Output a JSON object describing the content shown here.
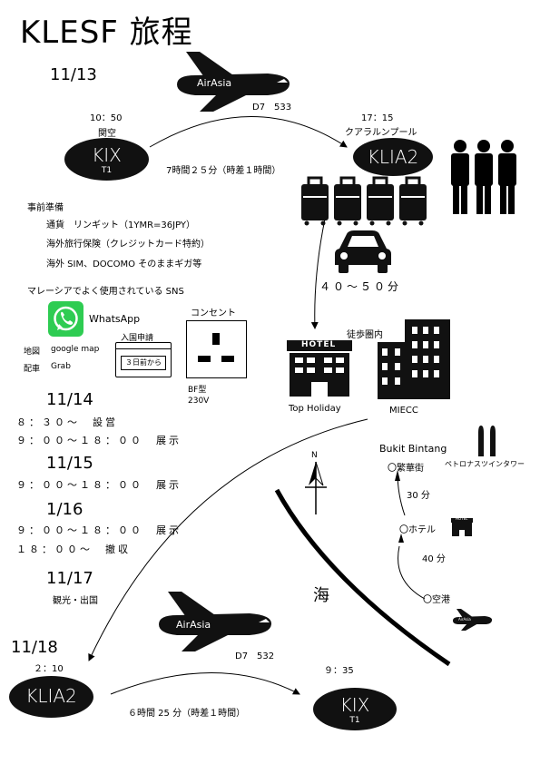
{
  "title": "KLESF 旅程",
  "outbound": {
    "date": "11/13",
    "airline": "AirAsia",
    "flight": "D7　533",
    "depart_time": "10：50",
    "depart_city": "関空",
    "depart_code": "KIX",
    "depart_terminal": "T1",
    "arrive_time": "17：15",
    "arrive_city": "クアラルンプール",
    "arrive_code": "KLIA2",
    "duration": "7時間２５分（時差１時間）"
  },
  "transfer_time": "４０～５０分",
  "prep": {
    "heading": "事前準備",
    "items": [
      "通貨　リンギット（1YMR=36JPY）",
      "海外旅行保険（クレジットカード特約）",
      "海外 SIM、DOCOMO そのままギガ等"
    ]
  },
  "sns": {
    "heading": "マレーシアでよく使用されている SNS",
    "whatsapp": "WhatsApp",
    "map_label": "地図",
    "map_app": "google map",
    "ride_label": "配車",
    "ride_app": "Grab",
    "entry_title": "入国申請",
    "entry_note": "３日前から"
  },
  "outlet": {
    "heading": "コンセント",
    "type": "BF型",
    "voltage": "230V"
  },
  "venues": {
    "walk": "徒歩圏内",
    "hotel_sign": "HOTEL",
    "hotel_name": "Top Holiday",
    "venue_name": "MIECC"
  },
  "schedule": [
    {
      "date": "11/14",
      "lines": [
        "８：３０～　設営",
        "９：００～１８：００　展示"
      ]
    },
    {
      "date": "11/15",
      "lines": [
        "９：００～１８：００　展示"
      ]
    },
    {
      "date": "1/16",
      "lines": [
        "９：００～１８：００　展示",
        "１８：００～　撤収"
      ]
    },
    {
      "date": "11/17",
      "lines": [
        "観光・出国"
      ]
    }
  ],
  "map": {
    "north": "N",
    "bintang": "Bukit Bintang",
    "towers": "ペトロナスツインタワー",
    "shopping": "〇繁華街",
    "t1": "30 分",
    "hotel": "〇ホテル",
    "hotel_sign": "HOTEL",
    "t2": "40 分",
    "airport": "〇空港",
    "sea": "海",
    "mini_plane": "AirAsia"
  },
  "return": {
    "date": "11/18",
    "airline": "AirAsia",
    "flight": "D7　532",
    "depart_time": "２：10",
    "depart_code": "KLIA2",
    "arrive_time": "９：35",
    "arrive_code": "KIX",
    "arrive_terminal": "T1",
    "duration": "６時間 25 分（時差１時間）"
  }
}
